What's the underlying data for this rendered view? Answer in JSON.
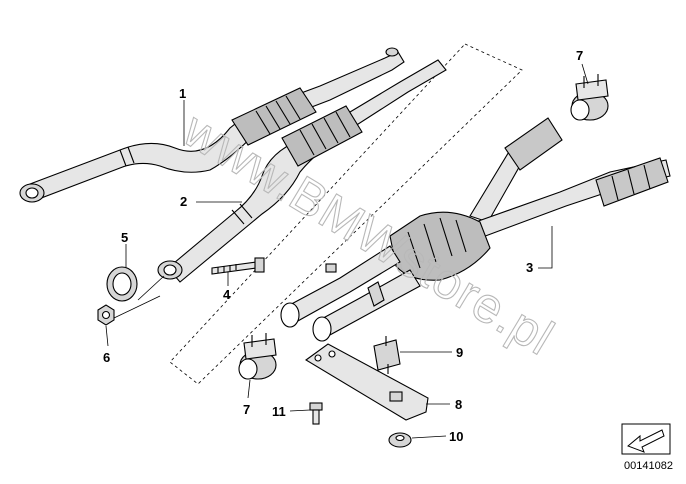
{
  "diagram": {
    "watermark": "www.BMWstore.pl",
    "image_id": "00141082",
    "callouts": [
      {
        "id": "1",
        "label": "1"
      },
      {
        "id": "2",
        "label": "2"
      },
      {
        "id": "3",
        "label": "3"
      },
      {
        "id": "4",
        "label": "4"
      },
      {
        "id": "5",
        "label": "5"
      },
      {
        "id": "6",
        "label": "6"
      },
      {
        "id": "7a",
        "label": "7"
      },
      {
        "id": "7b",
        "label": "7"
      },
      {
        "id": "8",
        "label": "8"
      },
      {
        "id": "9",
        "label": "9"
      },
      {
        "id": "10",
        "label": "10"
      },
      {
        "id": "11",
        "label": "11"
      }
    ]
  }
}
